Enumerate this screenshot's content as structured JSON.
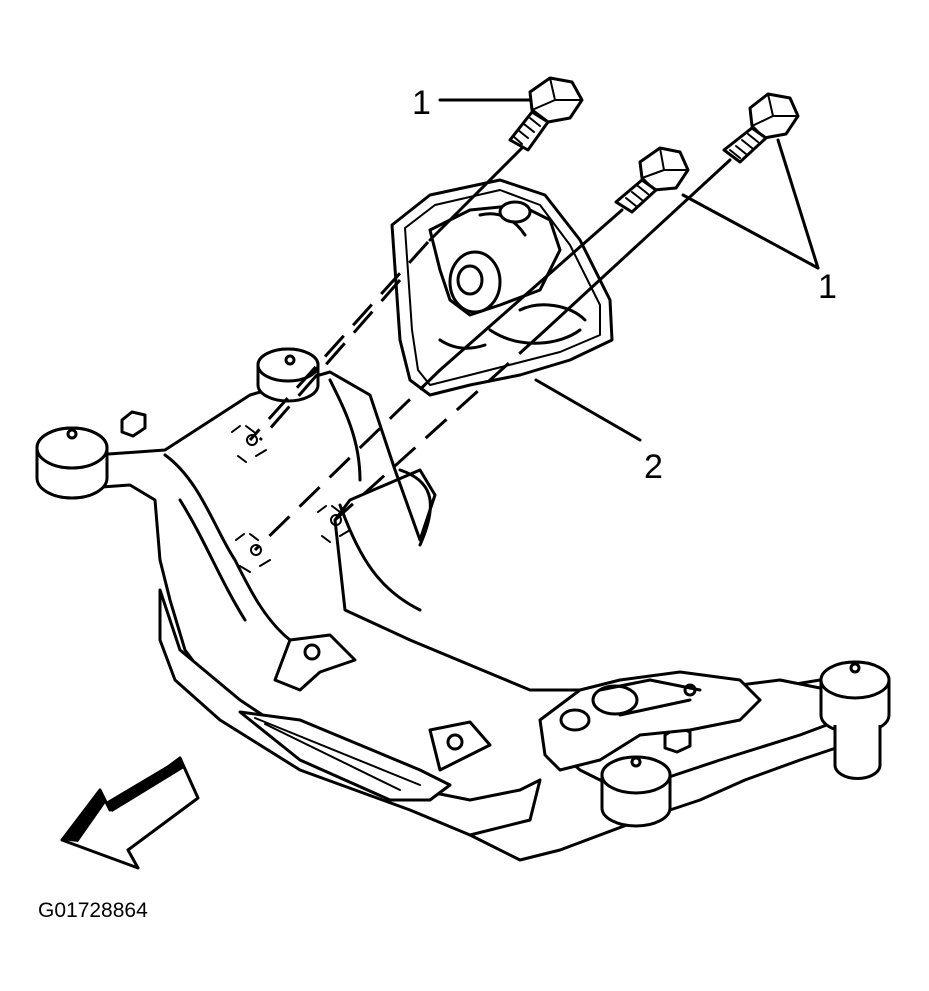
{
  "callouts": {
    "bolt_left": "1",
    "bolt_right": "1",
    "mount": "2"
  },
  "figure_code": "G01728864"
}
